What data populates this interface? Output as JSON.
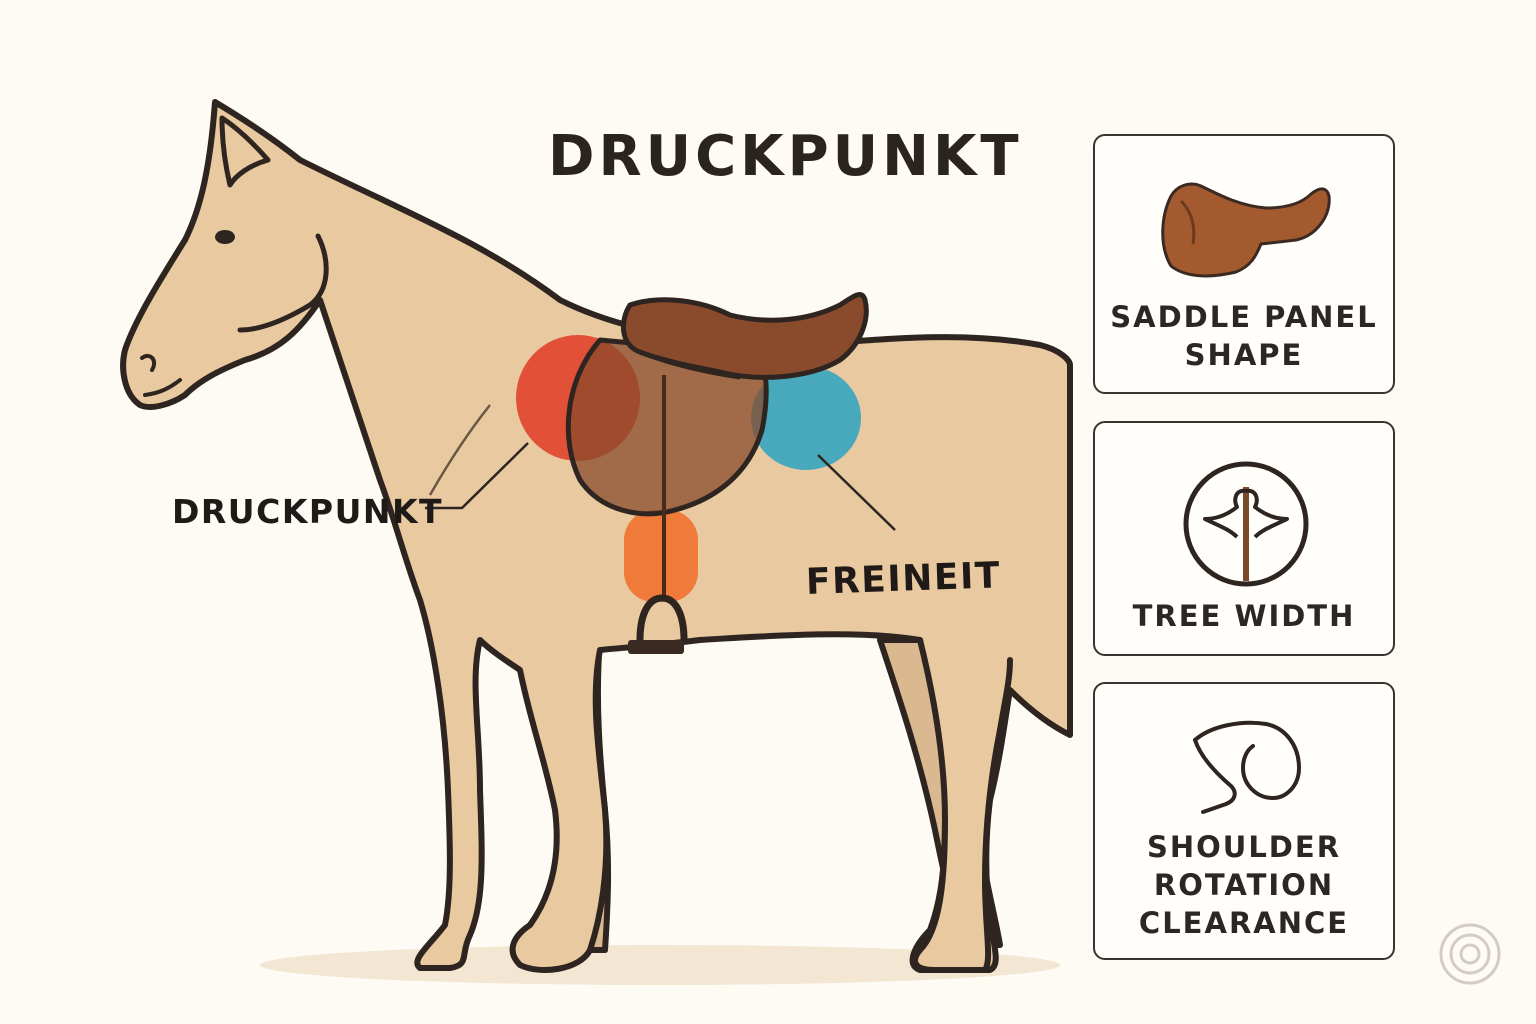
{
  "diagram": {
    "title": "DRUCKPUNKT",
    "labels": {
      "pressure_point": "DRUCKPUNKT",
      "freedom": "FREINEIT"
    }
  },
  "cards": [
    {
      "id": "saddle-panel-shape",
      "lines": [
        "SADDLE PANEL",
        "SHAPE"
      ],
      "icon": "saddle-icon"
    },
    {
      "id": "tree-width",
      "lines": [
        "TREE WIDTH"
      ],
      "icon": "saddle-tree-icon"
    },
    {
      "id": "shoulder-rotation-clearance",
      "lines": [
        "SHOULDER",
        "ROTATION",
        "CLEARANCE"
      ],
      "icon": "shoulder-icon"
    }
  ],
  "colors": {
    "background": "#fdfbf4",
    "horse_body": "#e8c9a0",
    "outline": "#2e2420",
    "saddle": "#8a4a2c",
    "pressure_red": "#e0452e",
    "pressure_orange": "#ef7a3a",
    "clearance_blue": "#3aa5be"
  }
}
